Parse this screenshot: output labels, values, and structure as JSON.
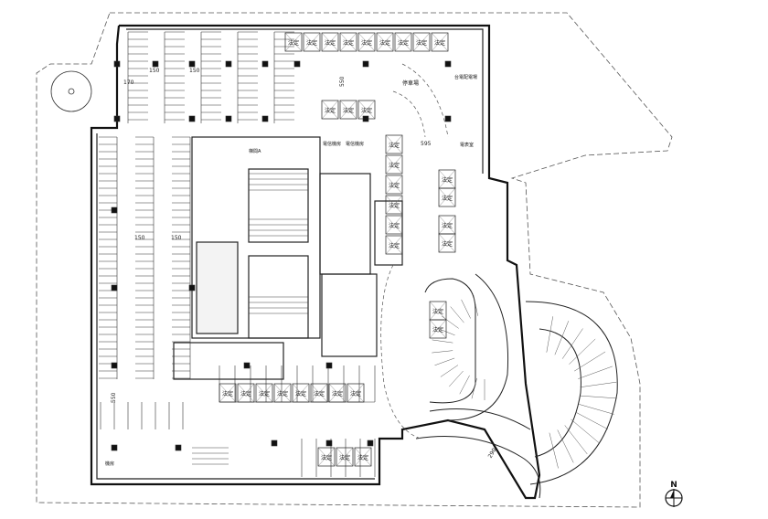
{
  "plan": {
    "labels": {
      "fading": "法定",
      "parking_area": "停車場",
      "machine_room_a": "電信機房",
      "machine_room_b": "電信機房",
      "taipower_room": "台電配電場",
      "electric_room": "電表室",
      "stair_a": "梯間A",
      "tank_room": "機房"
    },
    "dimensions": {
      "d150_a": "150",
      "d150_b": "150",
      "d170": "170",
      "d150_c": "150",
      "d150_d": "150",
      "d550": "550",
      "d595": "595",
      "d550_b": "550",
      "d290": "290"
    },
    "north_arrow": {
      "letter": "N"
    }
  }
}
